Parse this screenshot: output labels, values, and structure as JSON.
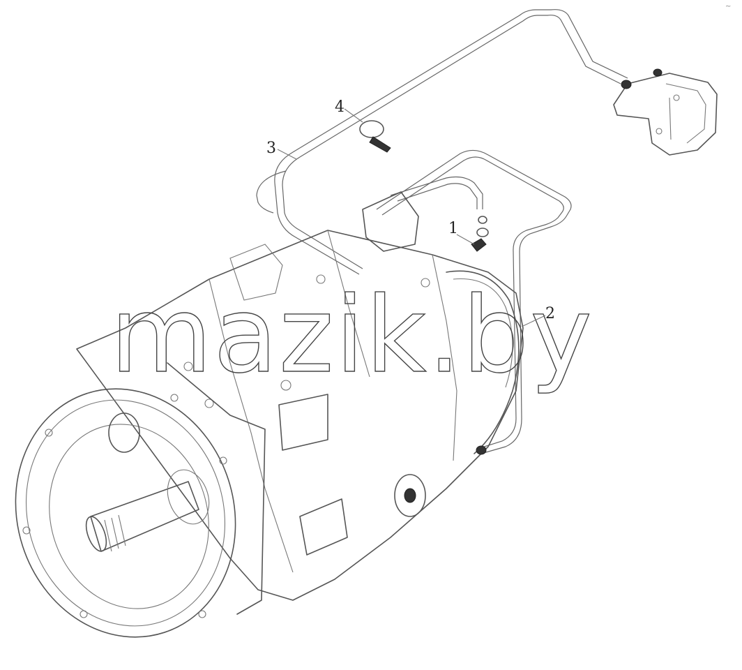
{
  "watermark": "mazik.by",
  "callouts": [
    {
      "label": "1"
    },
    {
      "label": "2"
    },
    {
      "label": "3"
    },
    {
      "label": "4"
    }
  ],
  "corner_mark": "~"
}
